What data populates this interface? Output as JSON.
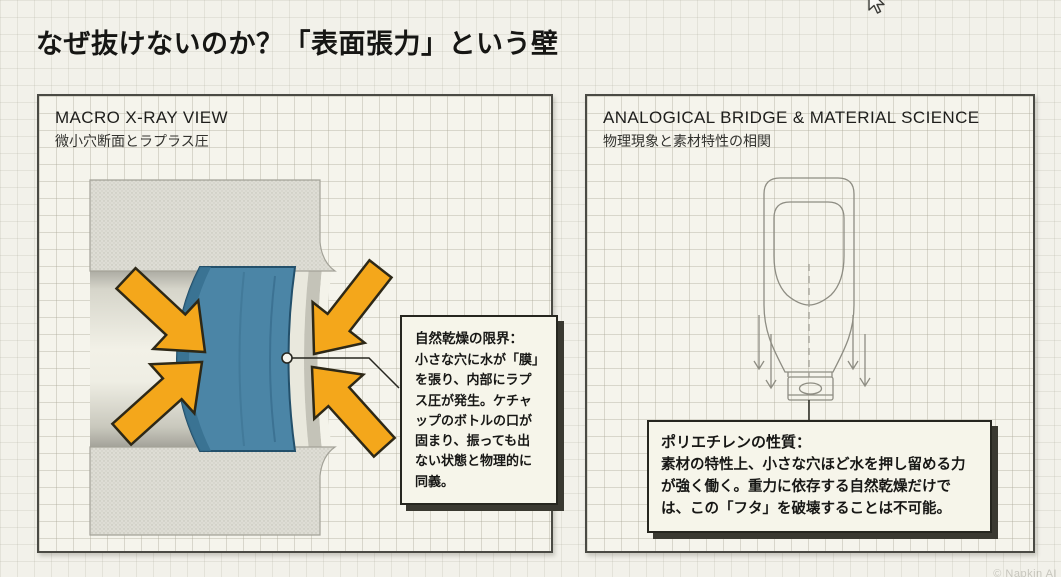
{
  "title": "なぜ抜けないのか？「表面張力」という壁",
  "left_panel": {
    "title": "MACRO X-RAY VIEW",
    "subtitle": "微小穴断面とラプラス圧",
    "callout": {
      "heading": "自然乾燥の限界：",
      "body": "小さな穴に水が「膜」を張り、内部にラプス圧が発生。ケチャップのボトルの口が固まり、振っても出ない状態と物理的に同義。"
    }
  },
  "right_panel": {
    "title": "ANALOGICAL BRIDGE & MATERIAL SCIENCE",
    "subtitle": "物理現象と素材特性の相関",
    "callout": {
      "heading": "ポリエチレンの性質：",
      "body": "素材の特性上、小さな穴ほど水を押し留める力が強く働く。重力に依存する自然乾燥だけでは、この「フタ」を破壊することは不可能。"
    }
  },
  "watermark": "© Napkin AI",
  "icons": {
    "cursor": "mouse-arrow-cursor",
    "pressure_arrow": "inward-pressure-arrow",
    "gravity_arrow": "downward-gravity-arrow",
    "marker": "laplace-point-marker"
  },
  "colors": {
    "background": "#F2F1EA",
    "panel_border": "#4A4A44",
    "ink": "#26261F",
    "water_blue": "#4B85A6",
    "arrow_orange": "#F4A71B",
    "material_grey": "#DCDBD3"
  }
}
